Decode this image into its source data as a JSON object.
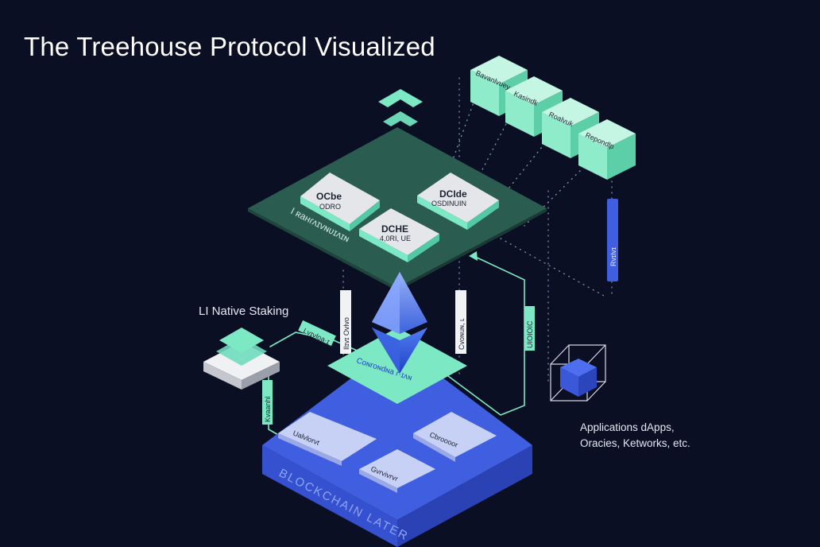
{
  "title": "The Treehouse Protocol Visualized",
  "labels": {
    "native_staking": "LI Native Staking",
    "applications_line1": "Applications dApps,",
    "applications_line2": "Oracies, Ketworks, etc.",
    "blockchain_layer": "BLOCKCHAIN LATER",
    "top_platform": "I  ʀaʜɾʌɪvɴʋɪʌɪɴ",
    "mid_plate": "Coɴroɴdɴa r·ɪʌɴ"
  },
  "top_modules": [
    {
      "title": "OCbe",
      "sub": "ODRO"
    },
    {
      "title": "DCIde",
      "sub": "OSDINUIN"
    },
    {
      "title": "DCHE",
      "sub": "4,0RI, UE"
    }
  ],
  "stack_blocks": [
    "Bavanlvuey",
    "Kasindk",
    "Roalvuk",
    "Repondlp"
  ],
  "chain_modules": [
    "Ualvlorvt",
    "Cbroooor",
    "Gvrvivrvr"
  ],
  "side_tags": [
    "Ilɪvɪ Ovlvo",
    "Cvoɴuɴ, ʟ",
    "Lvɪᴠloa·ɪ",
    "UIOIOIC",
    "Kvaanhl",
    "Rvɪlvɪ"
  ],
  "colors": {
    "background": "#0b0f24",
    "mint": "#7de8c4",
    "platform": "#2b5c50",
    "blockchain": "#3f5fe0",
    "ethereum": "#4b6fe6"
  }
}
